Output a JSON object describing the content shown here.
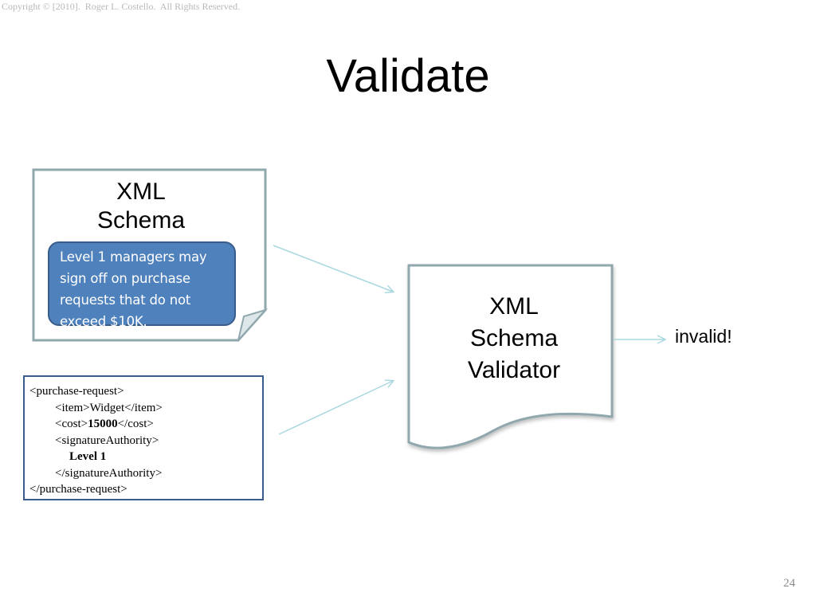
{
  "header": {
    "copyright": "Copyright © [2010].  Roger L. Costello.  All Rights Reserved.",
    "title": "Validate"
  },
  "schema_doc": {
    "title_line1": "XML",
    "title_line2": "Schema",
    "note": "Level 1 managers may sign off on purchase requests that do not exceed $10K."
  },
  "instance_doc": {
    "lines": [
      "<purchase-request>",
      "<item>Widget</item>",
      "<cost>",
      "15000",
      "</cost>",
      "<signatureAuthority>",
      "Level 1",
      "</signatureAuthority>",
      "</purchase-request>"
    ]
  },
  "validator": {
    "line1": "XML",
    "line2": "Schema",
    "line3": "Validator"
  },
  "output": {
    "result": "invalid!"
  },
  "footer": {
    "page_number": "24"
  },
  "colors": {
    "border_gray": "#8fa7ad",
    "note_fill": "#4f81bd",
    "note_border": "#385d8a",
    "arrow": "#a9d8df"
  }
}
